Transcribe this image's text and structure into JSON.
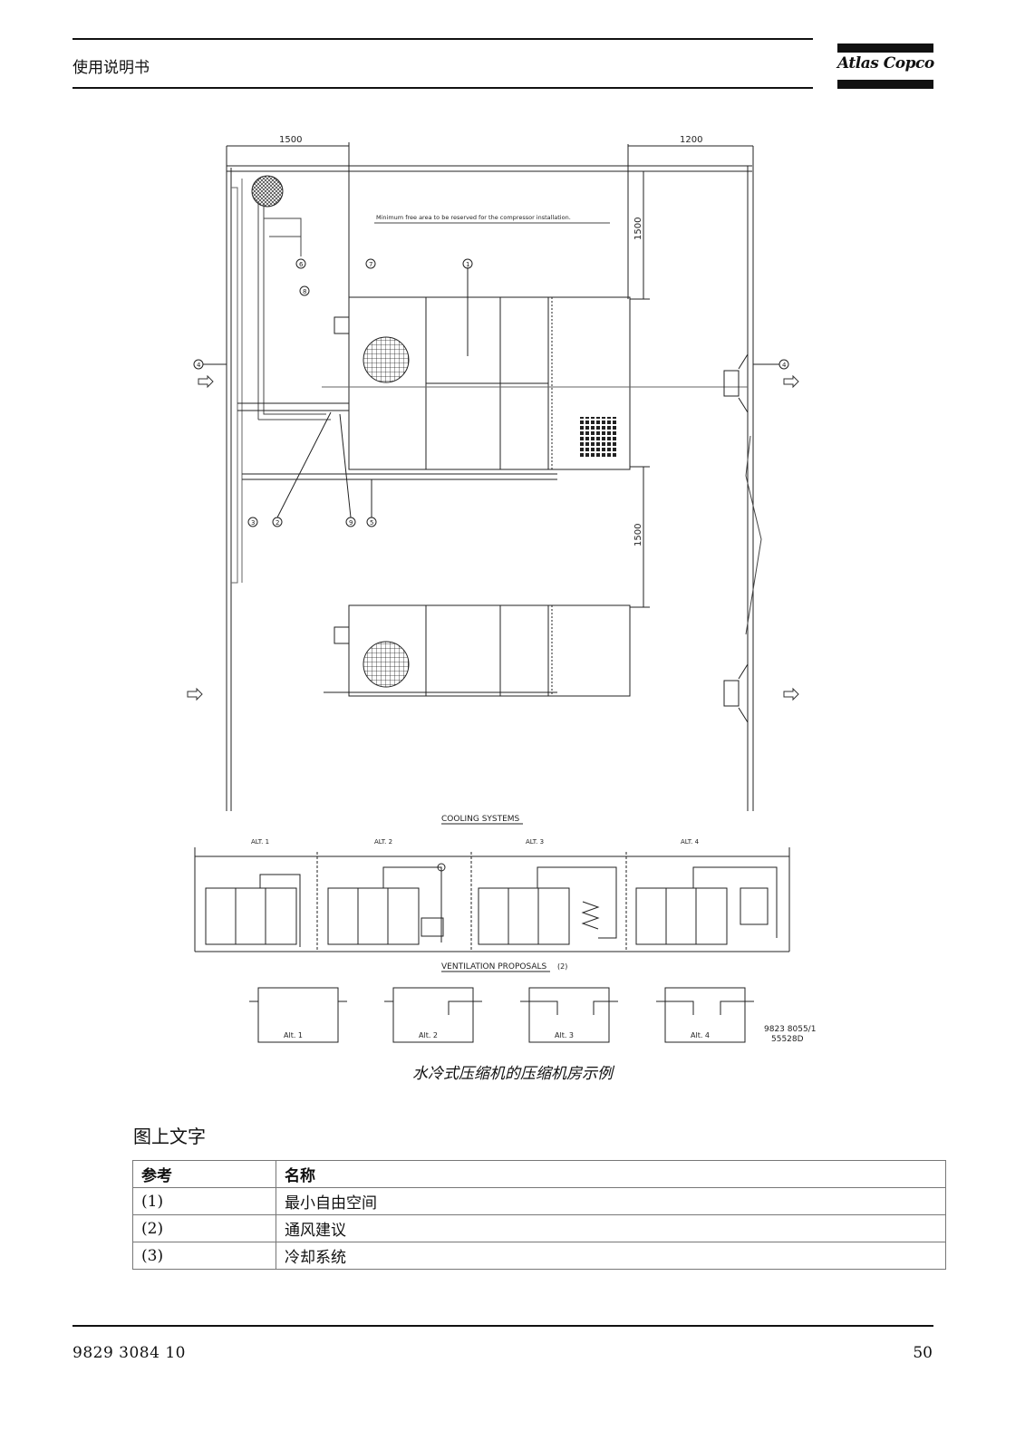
{
  "header": {
    "title": "使用说明书",
    "logo": "Atlas Copco"
  },
  "drawing": {
    "dim_top_left": "1500",
    "dim_top_right": "1200",
    "dim_vertical_upper": "1500",
    "dim_vertical_lower": "1500",
    "note": "Minimum free area to be reserved for the compressor installation.",
    "callouts": [
      "1",
      "2",
      "3",
      "4",
      "5",
      "6",
      "7",
      "8",
      "9"
    ],
    "cooling_title": "COOLING SYSTEMS",
    "alternatives": [
      "ALT. 1",
      "ALT. 2",
      "ALT. 3",
      "ALT. 4"
    ],
    "ventilation_title": "VENTILATION PROPOSALS",
    "ventilation_ref": "(2)",
    "vent_alternatives": [
      "Alt. 1",
      "Alt. 2",
      "Alt. 3",
      "Alt. 4"
    ],
    "drawing_code_1": "9823 8055/1",
    "drawing_code_2": "55528D"
  },
  "caption": "水冷式压缩机的压缩机房示例",
  "legend": {
    "title": "图上文字",
    "headers": [
      "参考",
      "名称"
    ],
    "rows": [
      {
        "ref": "(1)",
        "name": "最小自由空间"
      },
      {
        "ref": "(2)",
        "name": "通风建议"
      },
      {
        "ref": "(3)",
        "name": "冷却系统"
      }
    ]
  },
  "footer": {
    "doc_number": "9829 3084 10",
    "page": "50"
  }
}
